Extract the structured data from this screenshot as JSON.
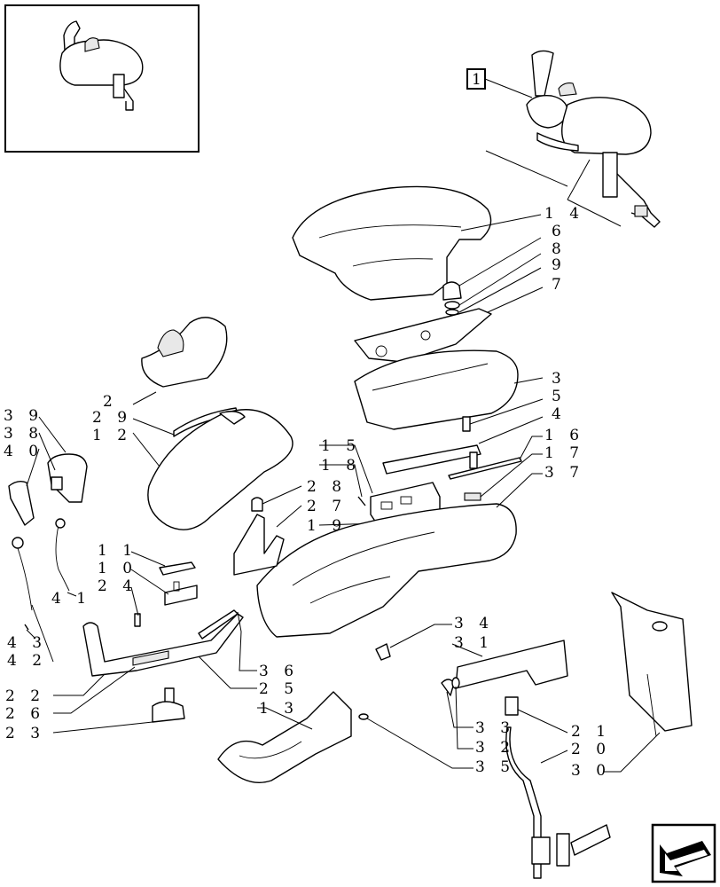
{
  "ref_box_label": "1",
  "labels": {
    "l14": "1 4",
    "l6": "6",
    "l8": "8",
    "l9": "9",
    "l7": "7",
    "l3": "3",
    "l5": "5",
    "l4": "4",
    "l16": "1 6",
    "l17": "1 7",
    "l37": "3 7",
    "l15": "1 5",
    "l18": "1 8",
    "l28": "2 8",
    "l27": "2 7",
    "l19": "1 9",
    "l2": "2",
    "l29": "2 9",
    "l12": "1 2",
    "l39": "3 9",
    "l38": "3 8",
    "l40": "4 0",
    "l41": "4 1",
    "l11": "1 1",
    "l10": "1 0",
    "l24": "2 4",
    "l43": "4 3",
    "l42": "4 2",
    "l22": "2 2",
    "l26": "2 6",
    "l23": "2 3",
    "l36": "3 6",
    "l25": "2 5",
    "l13": "1 3",
    "l34": "3 4",
    "l31": "3 1",
    "l33": "3 3",
    "l32": "3 2",
    "l35": "3 5",
    "l21": "2 1",
    "l20": "2 0",
    "l30": "3 0"
  },
  "icons": {
    "nav": "next-page-arrow-icon"
  }
}
